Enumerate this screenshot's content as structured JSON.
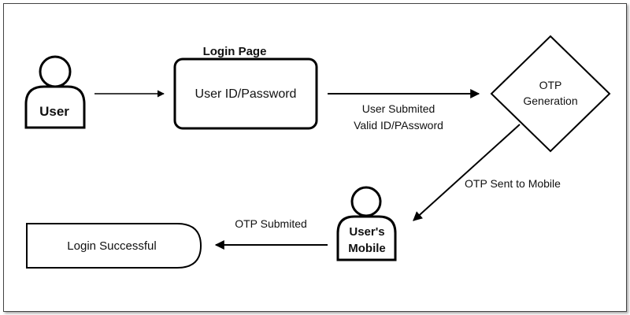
{
  "diagram": {
    "user_label": "User",
    "login_page_title": "Login Page",
    "login_box_label": "User ID/Password",
    "submit_label_line1": "User Submited",
    "submit_label_line2": "Valid ID/PAssword",
    "otp_line1": "OTP",
    "otp_line2": "Generation",
    "otp_sent_label": "OTP Sent to Mobile",
    "mobile_line1": "User's",
    "mobile_line2": "Mobile",
    "otp_submitted_label": "OTP Submited",
    "success_label": "Login Successful"
  }
}
